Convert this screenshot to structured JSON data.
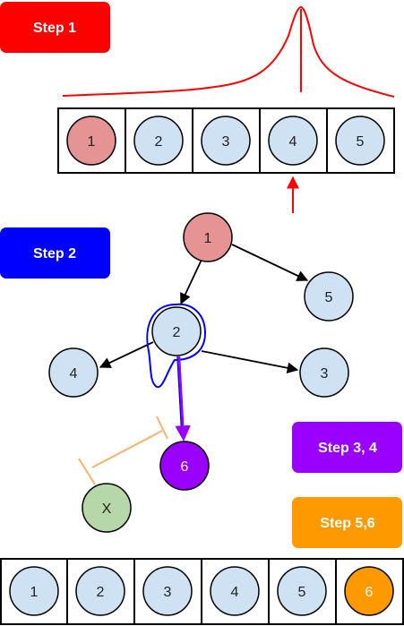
{
  "colors": {
    "step1": "#ff0000",
    "step2": "#0000ff",
    "step34": "#9900ff",
    "step56": "#ff9900",
    "node_default": "#cfe2f3",
    "node_pink": "#e69393",
    "node_purple": "#9900ff",
    "node_green": "#b6d7a8",
    "node_orange": "#ff9900",
    "attention": "#ff0000",
    "lasso": "#0000ff",
    "inhibit": "#f6b26b",
    "stroke": "#000000"
  },
  "steps": [
    {
      "id": "step1",
      "label": "Step 1",
      "color_key": "step1"
    },
    {
      "id": "step2",
      "label": "Step 2",
      "color_key": "step2"
    },
    {
      "id": "step34",
      "label": "Step 3, 4",
      "color_key": "step34"
    },
    {
      "id": "step56",
      "label": "Step 5,6",
      "color_key": "step56"
    }
  ],
  "top_array": {
    "cells": [
      {
        "label": "1",
        "fill_key": "node_pink"
      },
      {
        "label": "2",
        "fill_key": "node_default"
      },
      {
        "label": "3",
        "fill_key": "node_default"
      },
      {
        "label": "4",
        "fill_key": "node_default"
      },
      {
        "label": "5",
        "fill_key": "node_default"
      }
    ],
    "peak_cell": 4
  },
  "graph": {
    "nodes": [
      {
        "id": "n1",
        "label": "1",
        "fill_key": "node_pink"
      },
      {
        "id": "n5",
        "label": "5",
        "fill_key": "node_default"
      },
      {
        "id": "n2",
        "label": "2",
        "fill_key": "node_default"
      },
      {
        "id": "n4",
        "label": "4",
        "fill_key": "node_default"
      },
      {
        "id": "n3",
        "label": "3",
        "fill_key": "node_default"
      },
      {
        "id": "n6",
        "label": "6",
        "fill_key": "node_purple",
        "light_text": true
      },
      {
        "id": "nx",
        "label": "X",
        "fill_key": "node_green"
      }
    ],
    "edges": [
      {
        "from": "n1",
        "to": "n2"
      },
      {
        "from": "n1",
        "to": "n5"
      },
      {
        "from": "n2",
        "to": "n4"
      },
      {
        "from": "n2",
        "to": "n3"
      }
    ]
  },
  "bottom_array": {
    "cells": [
      {
        "label": "1",
        "fill_key": "node_default"
      },
      {
        "label": "2",
        "fill_key": "node_default"
      },
      {
        "label": "3",
        "fill_key": "node_default"
      },
      {
        "label": "4",
        "fill_key": "node_default"
      },
      {
        "label": "5",
        "fill_key": "node_default"
      },
      {
        "label": "6",
        "fill_key": "node_orange",
        "light_text": true
      }
    ]
  }
}
